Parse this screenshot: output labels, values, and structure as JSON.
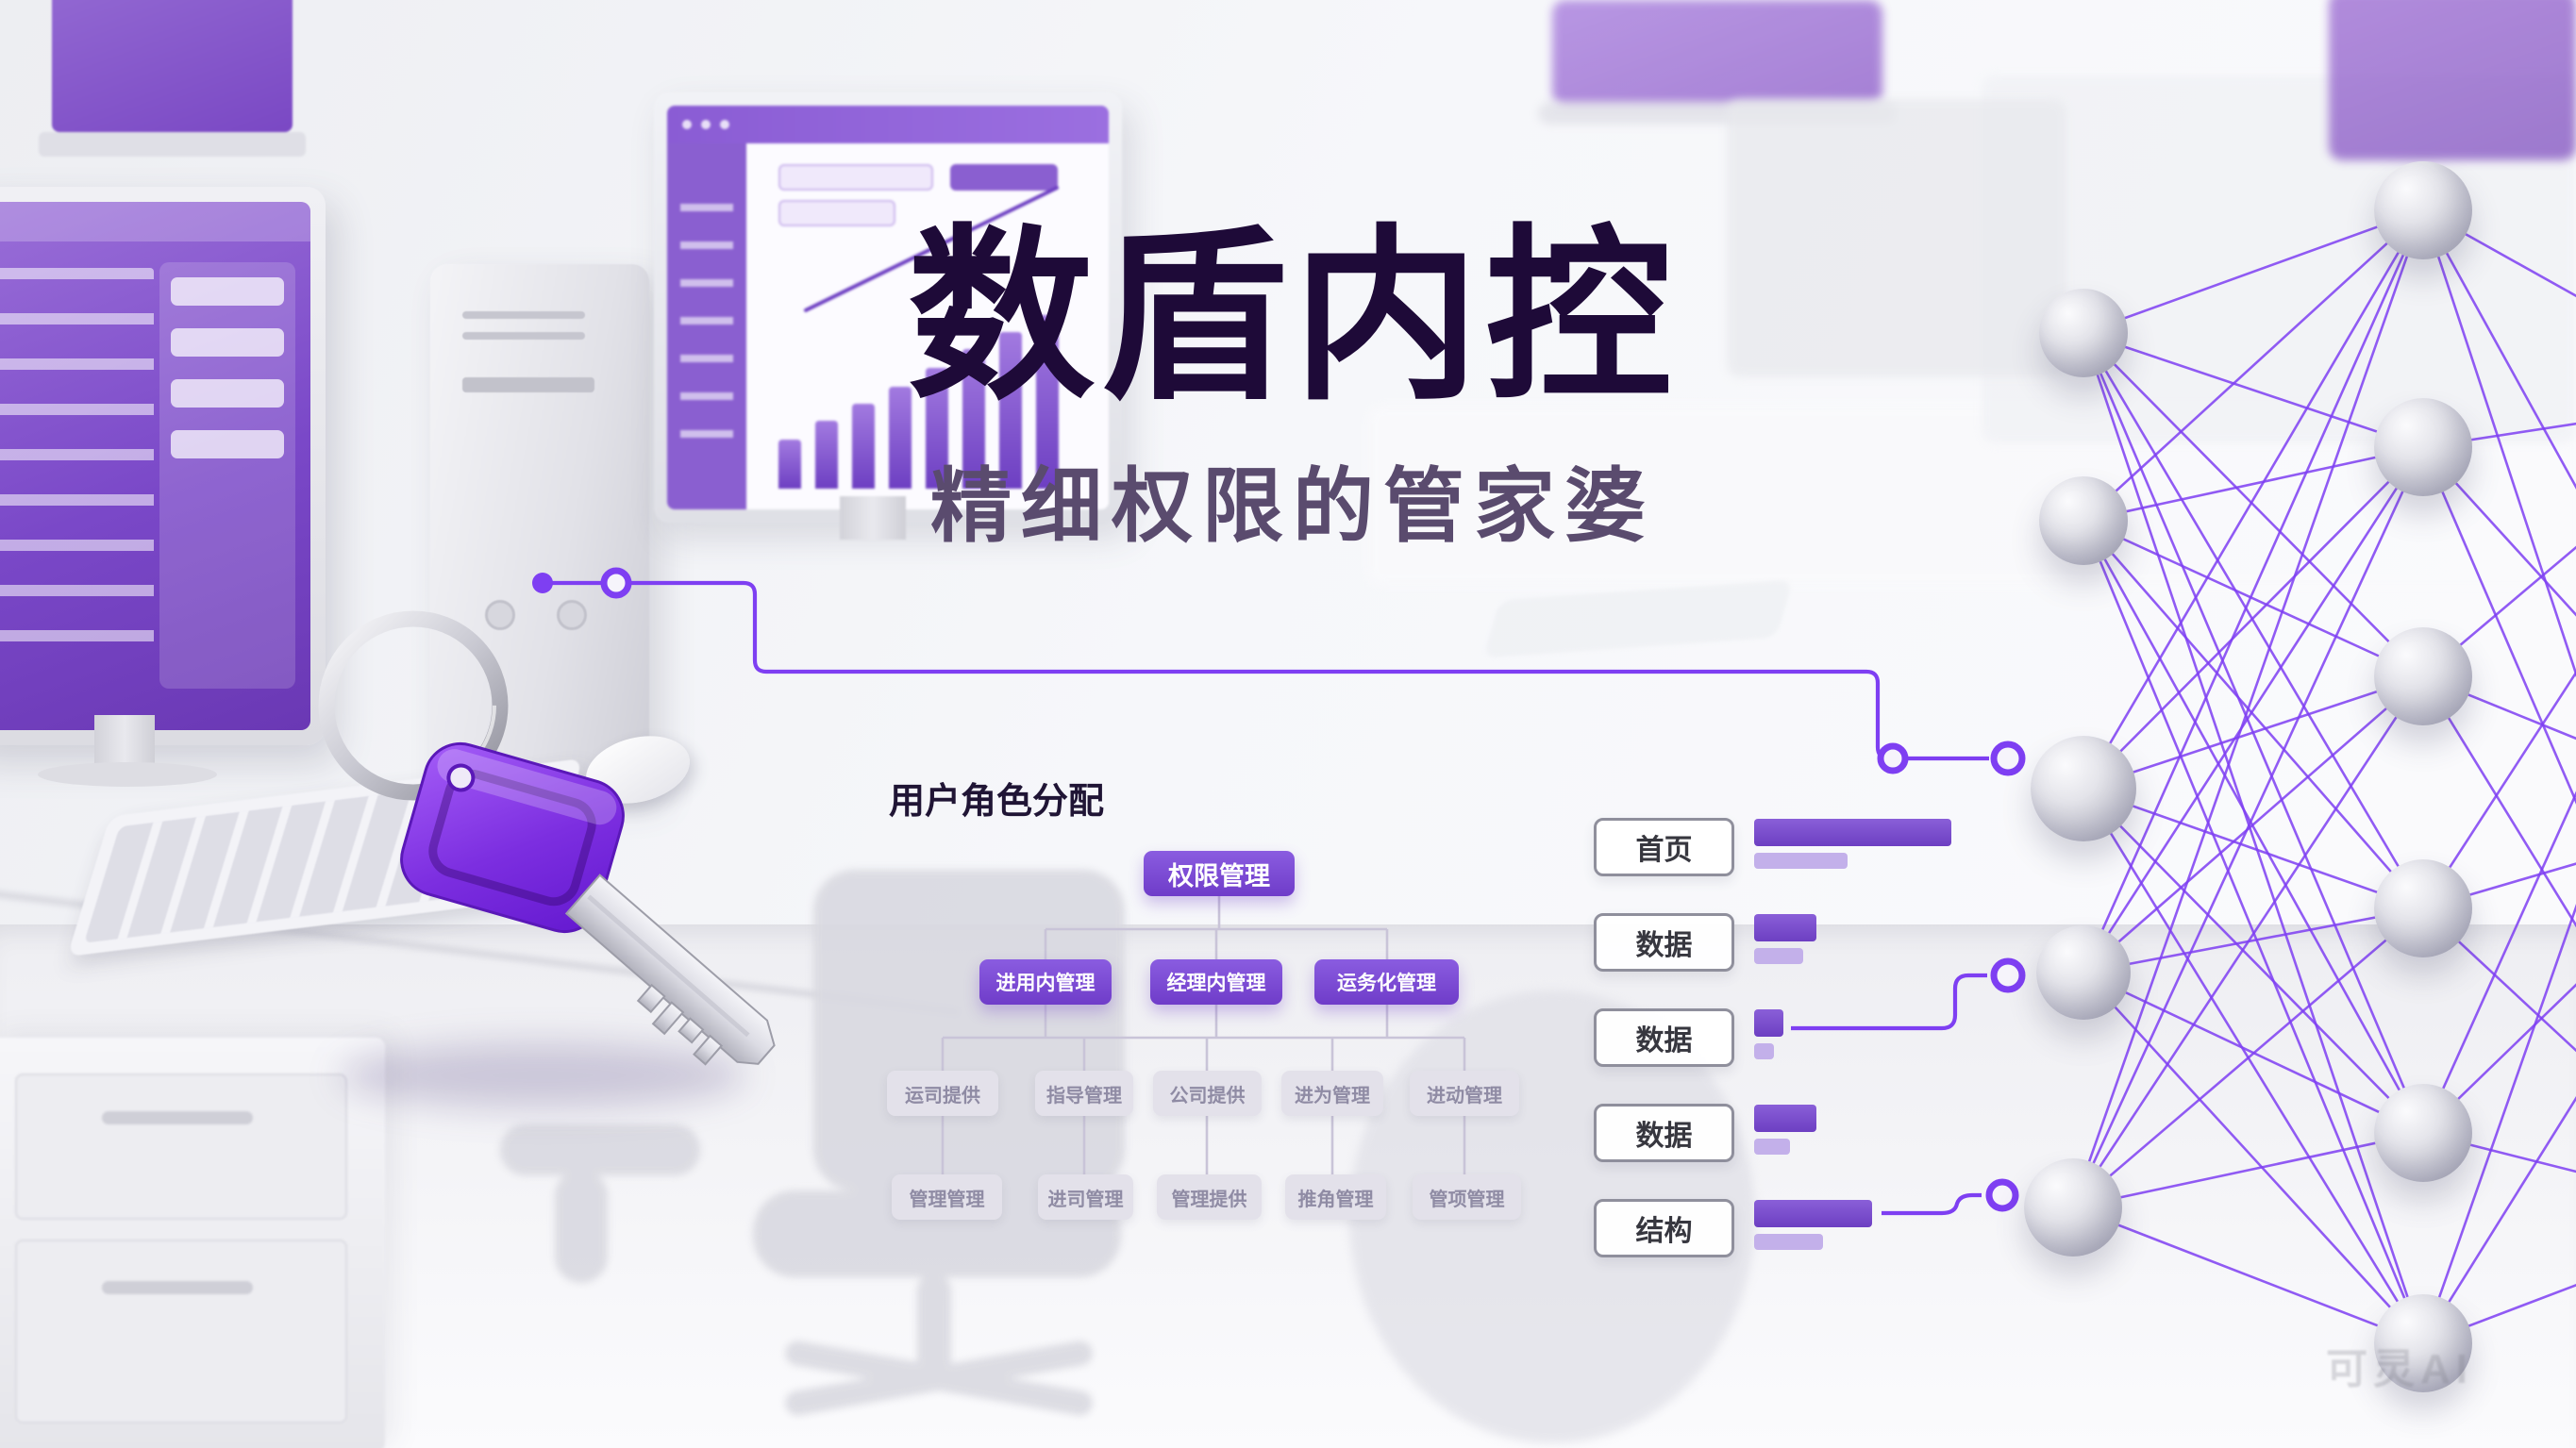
{
  "hero": {
    "title": "数盾内控",
    "subtitle": "精细权限的管家婆"
  },
  "org_chart": {
    "heading": "用户角色分配",
    "root": {
      "label": "权限管理"
    },
    "level2": [
      {
        "label": "进用内管理"
      },
      {
        "label": "经理内管理"
      },
      {
        "label": "运务化管理"
      }
    ],
    "level3": [
      {
        "label": "运司提供"
      },
      {
        "label": "指导管理"
      },
      {
        "label": "公司提供"
      },
      {
        "label": "进为管理"
      },
      {
        "label": "进动管理"
      }
    ],
    "level4": [
      {
        "label": "管理管理"
      },
      {
        "label": "进司管理"
      },
      {
        "label": "管理提供"
      },
      {
        "label": "推角管理"
      },
      {
        "label": "管项管理"
      }
    ]
  },
  "side_menu": {
    "items": [
      {
        "label": "首页"
      },
      {
        "label": "数据"
      },
      {
        "label": "数据"
      },
      {
        "label": "数据"
      },
      {
        "label": "结构"
      }
    ]
  },
  "watermark": {
    "label": "可灵AI"
  },
  "colors": {
    "accent": "#7e3ff2",
    "accent_dark": "#5a18b8",
    "node_purple": "#7a4fd0",
    "node_gray": "#e3e1ea",
    "bar_light": "#c3b0ea",
    "title_color": "#1e0a38"
  }
}
